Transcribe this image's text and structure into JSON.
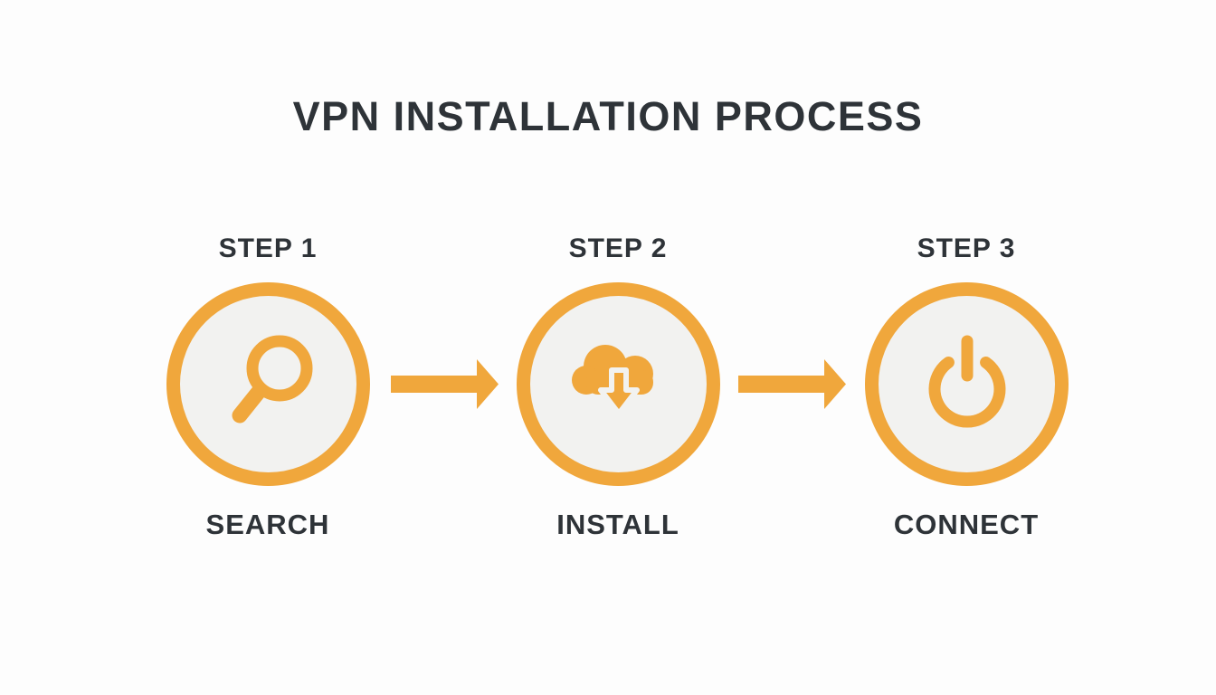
{
  "page": {
    "title": "VPN INSTALLATION PROCESS",
    "background_color": "#fdfdfd"
  },
  "colors": {
    "accent_orange": "#f0a73c",
    "text_dark": "#2e3338",
    "circle_fill": "#f2f2f0"
  },
  "steps": [
    {
      "step_label": "STEP 1",
      "action_label": "SEARCH",
      "icon": "magnifier-icon"
    },
    {
      "step_label": "STEP 2",
      "action_label": "INSTALL",
      "icon": "cloud-download-icon"
    },
    {
      "step_label": "STEP 3",
      "action_label": "CONNECT",
      "icon": "power-icon"
    }
  ],
  "connectors": [
    {
      "icon": "arrow-right-icon"
    },
    {
      "icon": "arrow-right-icon"
    }
  ]
}
